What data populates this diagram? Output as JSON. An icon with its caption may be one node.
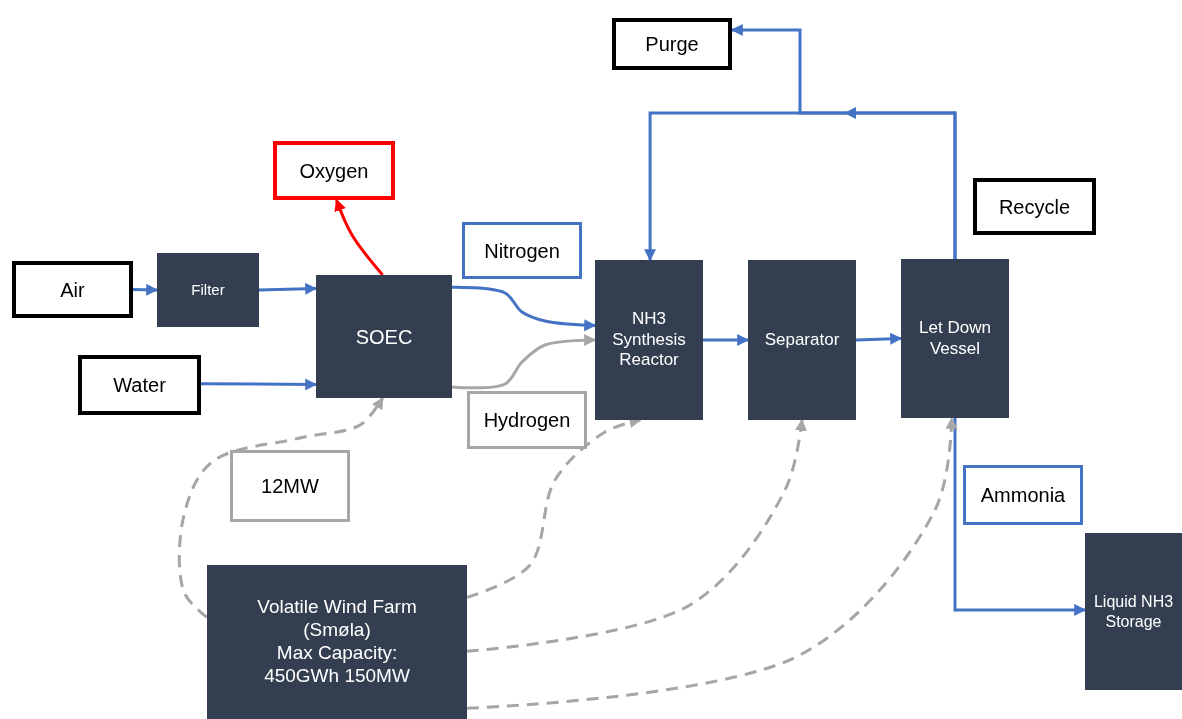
{
  "diagram": {
    "nodes": [
      {
        "text": [
          "Purge"
        ]
      },
      {
        "text": [
          "Oxygen"
        ]
      },
      {
        "text": [
          "Nitrogen"
        ]
      },
      {
        "text": [
          "Recycle"
        ]
      },
      {
        "text": [
          "Air"
        ]
      },
      {
        "text": [
          "Filter"
        ]
      },
      {
        "text": [
          "SOEC"
        ]
      },
      {
        "text": [
          "NH3 Synthesis Reactor"
        ]
      },
      {
        "text": [
          "Separator"
        ]
      },
      {
        "text": [
          "Let Down Vessel"
        ]
      },
      {
        "text": [
          "Water"
        ]
      },
      {
        "text": [
          "Hydrogen"
        ]
      },
      {
        "text": [
          "12MW"
        ]
      },
      {
        "text": [
          "Ammonia"
        ]
      },
      {
        "text": [
          "Liquid NH3 Storage"
        ]
      },
      {
        "text": [
          "Volatile Wind Farm (Smøla)",
          "Max Capacity: 450GWh 150MW"
        ]
      }
    ],
    "edges": [
      {
        "from": 4,
        "to": 5,
        "arrow": "to"
      },
      {
        "from": 5,
        "to": 6,
        "arrow": "to"
      },
      {
        "from": 10,
        "to": 6,
        "arrow": "to"
      },
      {
        "from": 6,
        "to": 1,
        "arrow": "to",
        "color": "#ff0000"
      },
      {
        "from": 6,
        "to": 7,
        "arrow": "to"
      },
      {
        "from": 6,
        "to": 7,
        "arrow": "to",
        "color": "#a6a6a6"
      },
      {
        "from": 7,
        "to": 8,
        "arrow": "to"
      },
      {
        "from": 8,
        "to": 9,
        "arrow": "to"
      },
      {
        "from": 9,
        "to": 7,
        "arrow": "to"
      },
      {
        "from": 9,
        "to": 0,
        "arrow": "to"
      },
      {
        "from": 9,
        "to": 14,
        "arrow": "to"
      },
      {
        "from": 15,
        "to": 6,
        "arrow": "to",
        "style": "dashed",
        "color": "#a6a6a6"
      },
      {
        "from": 15,
        "to": 7,
        "arrow": "to",
        "style": "dashed",
        "color": "#a6a6a6"
      },
      {
        "from": 15,
        "to": 8,
        "arrow": "to",
        "style": "dashed",
        "color": "#a6a6a6"
      },
      {
        "from": 15,
        "to": 9,
        "arrow": "to",
        "style": "dashed",
        "color": "#a6a6a6"
      }
    ]
  }
}
